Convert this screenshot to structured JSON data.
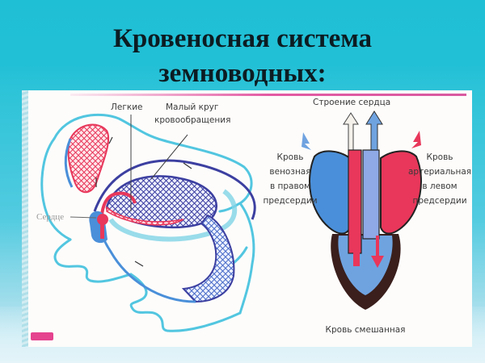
{
  "slide": {
    "title_line1": "Кровеносная система",
    "title_line2": "земноводных:"
  },
  "frog_diagram": {
    "labels": {
      "lungs": "Легкие",
      "pulmonary_circulation_line1": "Малый круг",
      "pulmonary_circulation_line2": "кровообращения",
      "heart": "Сердце"
    }
  },
  "heart_diagram": {
    "title": "Строение сердца",
    "left_label": [
      "Кровь",
      "венозная",
      "в правом",
      "предсердии"
    ],
    "right_label": [
      "Кровь",
      "артериальная",
      "в левом",
      "предсердии"
    ],
    "bottom_label": "Кровь смешанная"
  },
  "colors": {
    "background_water": "#22c0d6",
    "arterial_red": "#e8375a",
    "venous_blue": "#4a8fd9",
    "vessel_dark_blue": "#3c3fa0",
    "body_outline_cyan": "#52c6e0",
    "ventricle_wall": "#3a1f1c",
    "accent_pink": "#e35aa3"
  }
}
